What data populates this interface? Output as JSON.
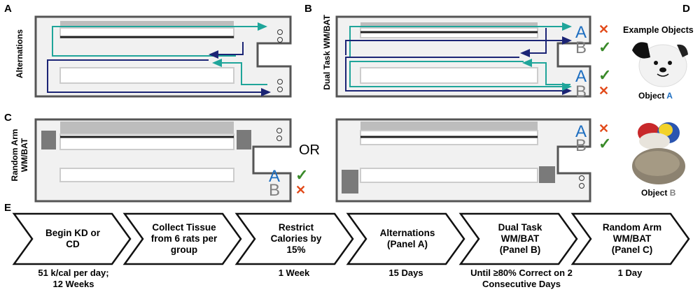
{
  "panels": {
    "a": {
      "letter": "A",
      "side_label": "Alternations"
    },
    "b": {
      "letter": "B",
      "side_label": "Dual Task WM/BAT"
    },
    "c": {
      "letter": "C",
      "side_label_1": "Random Arm",
      "side_label_2": "WM/BAT",
      "or_text": "OR"
    },
    "d": {
      "letter": "D",
      "title": "Example Objects",
      "object_a_prefix": "Object ",
      "object_a_letter": "A",
      "object_b_prefix": "Object ",
      "object_b_letter": "B"
    },
    "e": {
      "letter": "E"
    }
  },
  "maze_letters": {
    "a": "A",
    "b": "B"
  },
  "marks": {
    "correct": "✓",
    "incorrect": "✕"
  },
  "colors": {
    "correct": "#3a8a2a",
    "incorrect": "#e24a1a",
    "object_a": "#1f6fc1",
    "object_b": "#7f7f7f",
    "teal_path": "#1fa59a",
    "navy_path": "#1b2475"
  },
  "timeline": [
    {
      "line1": "Begin KD or",
      "line2": "CD",
      "line3": "",
      "below1": "51 k/cal per day;",
      "below2": "12 Weeks"
    },
    {
      "line1": "Collect Tissue",
      "line2": "from 6 rats per",
      "line3": "group",
      "below1": "",
      "below2": ""
    },
    {
      "line1": "Restrict",
      "line2": "Calories by",
      "line3": "15%",
      "below1": "1 Week",
      "below2": ""
    },
    {
      "line1": "Alternations",
      "line2": "(Panel A)",
      "line3": "",
      "below1": "15 Days",
      "below2": ""
    },
    {
      "line1": "Dual Task",
      "line2": "WM/BAT",
      "line3": "(Panel B)",
      "below1": "Until ≥80% Correct on 2",
      "below2": "Consecutive Days"
    },
    {
      "line1": "Random Arm",
      "line2": "WM/BAT",
      "line3": "(Panel C)",
      "below1": "1 Day",
      "below2": ""
    }
  ]
}
